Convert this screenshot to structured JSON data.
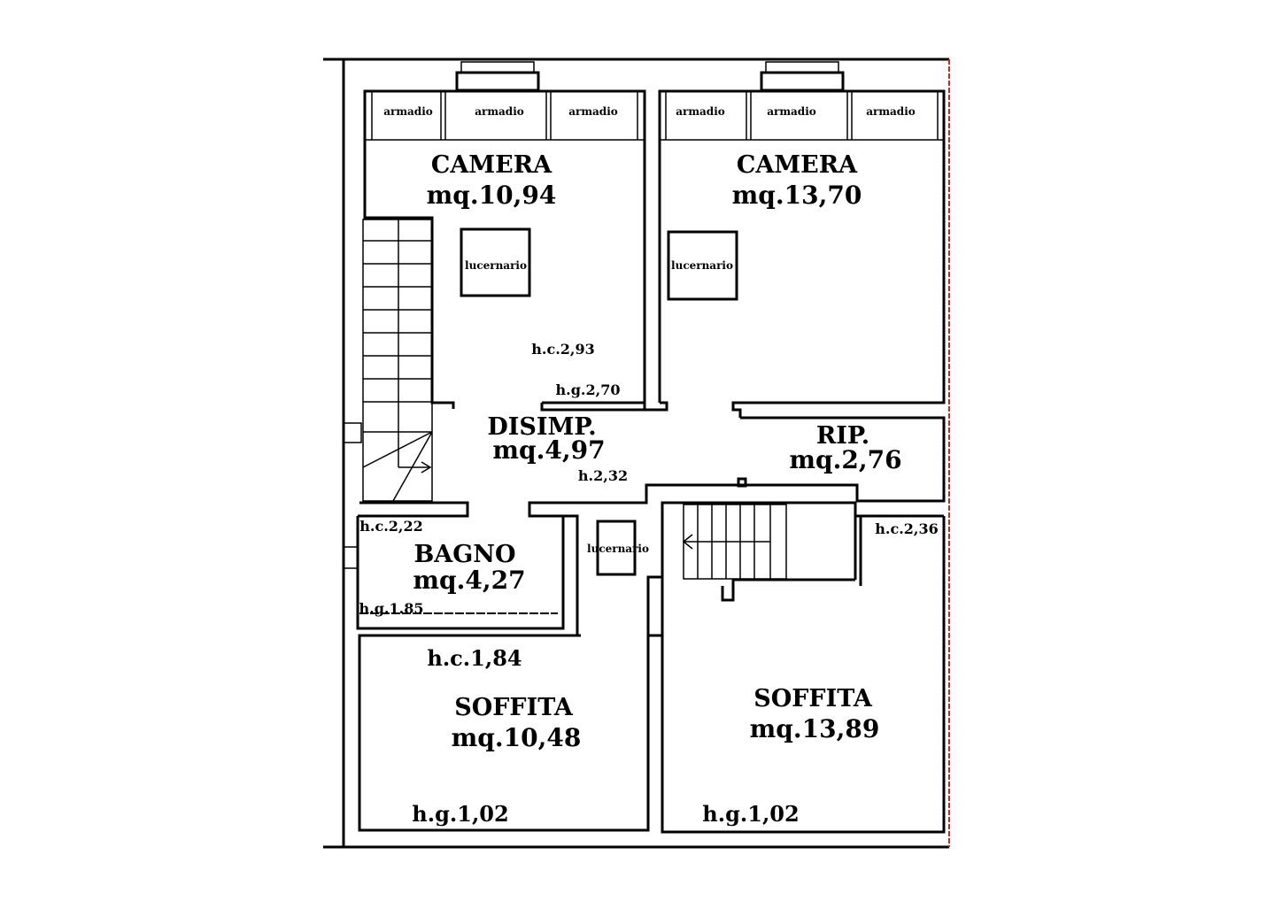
{
  "rooms": {
    "camera1": {
      "name": "CAMERA",
      "area": "mq.10,94"
    },
    "camera2": {
      "name": "CAMERA",
      "area": "mq.13,70"
    },
    "disimp": {
      "name": "DISIMP.",
      "area": "mq.4,97",
      "height": "h.2,32"
    },
    "rip": {
      "name": "RIP.",
      "area": "mq.2,76"
    },
    "bagno": {
      "name": "BAGNO",
      "area": "mq.4,27",
      "hc": "h.c.2,22",
      "hg": "h.g.1.85"
    },
    "soffita1": {
      "name": "SOFFITA",
      "area": "mq.10,48",
      "hc": "h.c.1,84",
      "hg": "h.g.1,02"
    },
    "soffita2": {
      "name": "SOFFITA",
      "area": "mq.13,89",
      "hg": "h.g.1,02"
    }
  },
  "heights": {
    "camera1_hc": "h.c.2,93",
    "camera1_hg": "h.g.2,70",
    "stair_hc": "h.c.2,36"
  },
  "labels": {
    "armadio": "armadio",
    "lucernario": "lucernario"
  },
  "colors": {
    "wall": "#000000",
    "boundary": "#e02020"
  }
}
